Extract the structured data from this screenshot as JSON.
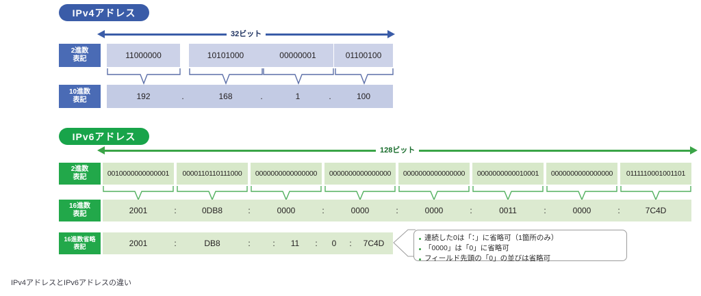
{
  "caption": "IPv4アドレスとIPv6アドレスの違い",
  "colors": {
    "v4_pill": "#3a5ca8",
    "v4_label": "#4a6bb5",
    "v4_binary_band": "#ccd2e8",
    "v4_decimal_band": "#c3cbe4",
    "v6_pill": "#18a44a",
    "v6_label": "#22a84a",
    "v6_binary_band": "#d7e8c9",
    "v6_hex_band": "#dcead0",
    "callout_border": "#9b9b9b"
  },
  "ipv4": {
    "title": "IPv4アドレス",
    "width_label": "32ビット",
    "rows": {
      "binary_label_line1": "2進数",
      "binary_label_line2": "表記",
      "decimal_label_line1": "10進数",
      "decimal_label_line2": "表記"
    },
    "binary": [
      "11000000",
      "10101000",
      "00000001",
      "01100100"
    ],
    "decimal": [
      "192",
      "168",
      "1",
      "100"
    ],
    "separator": "."
  },
  "ipv6": {
    "title": "IPv6アドレス",
    "width_label": "128ビット",
    "rows": {
      "binary_label_line1": "2進数",
      "binary_label_line2": "表記",
      "hex_label_line1": "16進数",
      "hex_label_line2": "表記",
      "short_label_line1": "16進数省略",
      "short_label_line2": "表記"
    },
    "binary": [
      "0010000000000001",
      "0000110110111000",
      "0000000000000000",
      "0000000000000000",
      "0000000000000000",
      "0000000000010001",
      "0000000000000000",
      "0111110001001101"
    ],
    "hex": [
      "2001",
      "0DB8",
      "0000",
      "0000",
      "0000",
      "0011",
      "0000",
      "7C4D"
    ],
    "separator": ":",
    "shortened": [
      "2001",
      ":",
      "DB8",
      ":",
      ":",
      "11",
      ":",
      "0",
      ":",
      "7C4D"
    ],
    "shortened_text": "2001 : DB8 : : 11 : 0 : 7C4D"
  },
  "callout": {
    "notes": [
      "連続した0は「：」に省略可（1箇所のみ）",
      "「0000」は「0」に省略可",
      "フィールド先頭の「0」の並びは省略可"
    ]
  }
}
